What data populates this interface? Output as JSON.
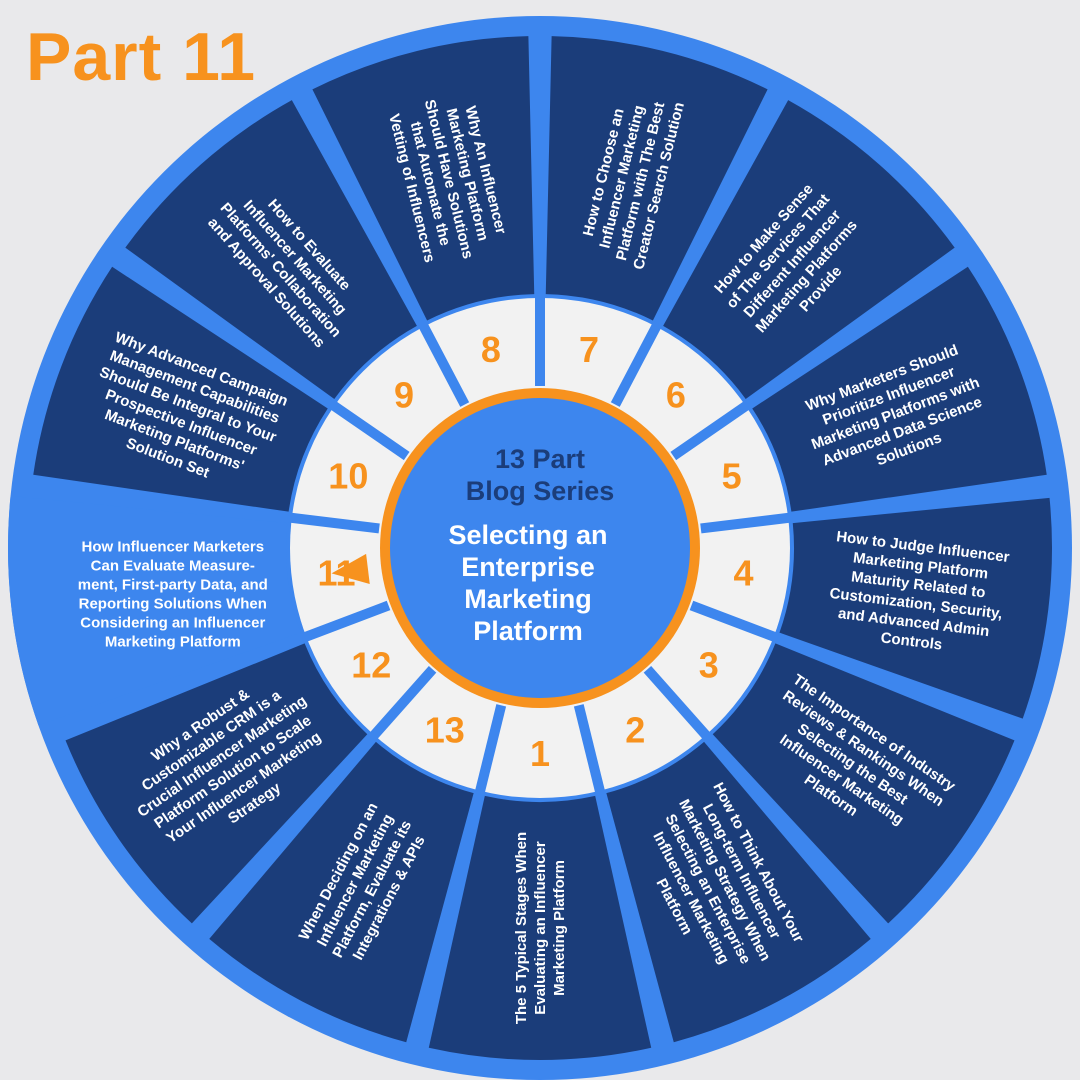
{
  "part_label": "Part 11",
  "hub": {
    "series_lines": [
      "13 Part",
      "Blog Series"
    ],
    "topic_lines": [
      "Selecting an",
      "Enterprise",
      "Marketing",
      "Platform"
    ]
  },
  "colors": {
    "background": "#e9e9eb",
    "outer_ring": "#3d86ee",
    "segment": "#1b3d7a",
    "active_segment": "#3d86ee",
    "number_ring": "#f2f2f2",
    "accent_orange": "#f7921e",
    "hub_fill": "#3d86ee"
  },
  "active_segment": 11,
  "segments": [
    {
      "number": "1",
      "lines": [
        "The 5 Typical Stages When",
        "Evaluating an Influencer",
        "Marketing Platform"
      ]
    },
    {
      "number": "2",
      "lines": [
        "How to Think About Your",
        "Long-term Influencer",
        "Marketing Strategy When",
        "Selecting an Enterprise",
        "Influencer Marketing",
        "Platform"
      ]
    },
    {
      "number": "3",
      "lines": [
        "The Importance of Industry",
        "Reviews & Rankings When",
        "Selecting the Best",
        "Influencer Marketing",
        "Platform"
      ]
    },
    {
      "number": "4",
      "lines": [
        "How to Judge Influencer",
        "Marketing Platform",
        "Maturity Related to",
        "Customization, Security,",
        "and Advanced Admin",
        "Controls"
      ]
    },
    {
      "number": "5",
      "lines": [
        "Why Marketers Should",
        "Prioritize Influencer",
        "Marketing Platforms with",
        "Advanced Data Science",
        "Solutions"
      ]
    },
    {
      "number": "6",
      "lines": [
        "How to Make Sense",
        "of The Services That",
        "Different Influencer",
        "Marketing Platforms",
        "Provide"
      ]
    },
    {
      "number": "7",
      "lines": [
        "How to Choose an",
        "Influencer Marketing",
        "Platform with The Best",
        "Creator Search Solution"
      ]
    },
    {
      "number": "8",
      "lines": [
        "Why An Influencer",
        "Marketing Platform",
        "Should Have Solutions",
        "that Automate the",
        "Vetting of Influencers"
      ]
    },
    {
      "number": "9",
      "lines": [
        "How to Evaluate",
        "Influencer Marketing",
        "Platforms' Collaboration",
        "and Approval Solutions"
      ]
    },
    {
      "number": "10",
      "lines": [
        "Why Advanced Campaign",
        "Management Capabilities",
        "Should Be Integral to Your",
        "Prospective Influencer",
        "Marketing Platforms'",
        "Solution Set"
      ]
    },
    {
      "number": "11",
      "lines": [
        "How Influencer Marketers",
        "Can Evaluate Measure-",
        "ment, First-party Data, and",
        "Reporting Solutions When",
        "Considering an Influencer",
        "Marketing Platform"
      ]
    },
    {
      "number": "12",
      "lines": [
        "Why a Robust &",
        "Customizable CRM is a",
        "Crucial Influencer Marketing",
        "Platform Solution to Scale",
        "Your Influencer Marketing",
        "Strategy"
      ]
    },
    {
      "number": "13",
      "lines": [
        "When Deciding on an",
        "Influencer Marketing",
        "Platform, Evaluate its",
        "Integrations & APIs"
      ]
    }
  ]
}
